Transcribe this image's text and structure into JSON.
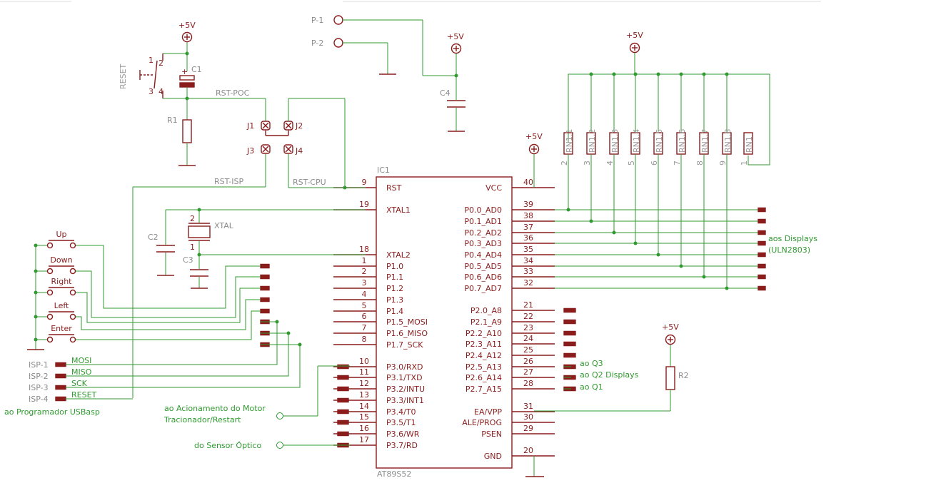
{
  "supply": "+5V",
  "ic": {
    "name": "IC1",
    "part": "AT89S52"
  },
  "left_pins": [
    {
      "num": "9",
      "name": "RST"
    },
    {
      "num": "19",
      "name": "XTAL1"
    },
    {
      "num": "18",
      "name": "XTAL2"
    },
    {
      "num": "1",
      "name": "P1.0"
    },
    {
      "num": "2",
      "name": "P1.1"
    },
    {
      "num": "3",
      "name": "P1.2"
    },
    {
      "num": "4",
      "name": "P1.3"
    },
    {
      "num": "5",
      "name": "P1.4"
    },
    {
      "num": "6",
      "name": "P1.5_MOSI"
    },
    {
      "num": "7",
      "name": "P1.6_MISO"
    },
    {
      "num": "8",
      "name": "P1.7_SCK"
    },
    {
      "num": "10",
      "name": "P3.0/RXD"
    },
    {
      "num": "11",
      "name": "P3.1/TXD"
    },
    {
      "num": "12",
      "name": "P3.2/INTU"
    },
    {
      "num": "13",
      "name": "P3.3/INT1"
    },
    {
      "num": "14",
      "name": "P3.4/T0"
    },
    {
      "num": "15",
      "name": "P3.5/T1"
    },
    {
      "num": "16",
      "name": "P3.6/WR"
    },
    {
      "num": "17",
      "name": "P3.7/RD"
    }
  ],
  "right_pins": [
    {
      "num": "40",
      "name": "VCC"
    },
    {
      "num": "39",
      "name": "P0.0_AD0"
    },
    {
      "num": "38",
      "name": "P0.1_AD1"
    },
    {
      "num": "37",
      "name": "P0.2_AD2"
    },
    {
      "num": "36",
      "name": "P0.3_AD3"
    },
    {
      "num": "35",
      "name": "P0.4_AD4"
    },
    {
      "num": "34",
      "name": "P0.5_AD5"
    },
    {
      "num": "33",
      "name": "P0.6_AD6"
    },
    {
      "num": "32",
      "name": "P0.7_AD7"
    },
    {
      "num": "21",
      "name": "P2.0_A8"
    },
    {
      "num": "22",
      "name": "P2.1_A9"
    },
    {
      "num": "23",
      "name": "P2.2_A10"
    },
    {
      "num": "24",
      "name": "P2.3_A11"
    },
    {
      "num": "25",
      "name": "P2.4_A12"
    },
    {
      "num": "26",
      "name": "P2.5_A13"
    },
    {
      "num": "27",
      "name": "P2.6_A14"
    },
    {
      "num": "28",
      "name": "P2.7_A15"
    },
    {
      "num": "31",
      "name": "EA/VPP"
    },
    {
      "num": "30",
      "name": "ALE/PROG"
    },
    {
      "num": "29",
      "name": "PSEN"
    },
    {
      "num": "20",
      "name": "GND"
    }
  ],
  "components": {
    "reset_switch": "RESET",
    "c1": "C1",
    "c2": "C2",
    "c3": "C3",
    "c4": "C4",
    "r1": "R1",
    "r2": "R2",
    "xtal": "XTAL",
    "jumpers": [
      "J1",
      "J2",
      "J3",
      "J4"
    ],
    "rst_nets": [
      "RST-POC",
      "RST-ISP",
      "RST-CPU"
    ],
    "probes": [
      "P-1",
      "P-2"
    ]
  },
  "rn": [
    {
      "label": "RN1.1",
      "pin": "2"
    },
    {
      "label": "RN1.2",
      "pin": "3"
    },
    {
      "label": "RN1.3",
      "pin": "4"
    },
    {
      "label": "RN1.4",
      "pin": "5"
    },
    {
      "label": "RN1.5",
      "pin": "6"
    },
    {
      "label": "RN1.6",
      "pin": "7"
    },
    {
      "label": "RN1.7",
      "pin": "8"
    },
    {
      "label": "RN1.8",
      "pin": "9"
    },
    {
      "label": "RN1",
      "pin": "1"
    }
  ],
  "buttons": [
    "Up",
    "Down",
    "Right",
    "Left",
    "Enter"
  ],
  "isp": {
    "pins": [
      "ISP-1",
      "ISP-2",
      "ISP-3",
      "ISP-4"
    ],
    "signals": [
      "MOSI",
      "MISO",
      "SCK",
      "RESET"
    ],
    "note": "ao Programador USBasp"
  },
  "notes": {
    "displays_1": "aos Displays",
    "displays_2": "(ULN2803)",
    "q3": "ao Q3",
    "q2": "ao Q2  Displays",
    "q1": "ao Q1",
    "motor_1": "ao Acionamento do Motor",
    "motor_2": "Tracionador/Restart",
    "sensor": "do Sensor Óptico"
  }
}
